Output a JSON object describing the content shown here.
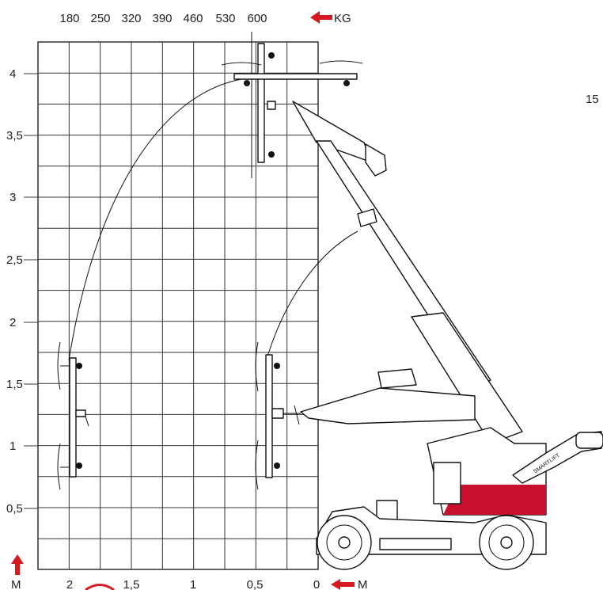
{
  "top_scale": {
    "loads": [
      "180",
      "250",
      "320",
      "390",
      "460",
      "530",
      "600"
    ],
    "unit": "KG"
  },
  "left_axis": {
    "ticks": [
      "4",
      "3,5",
      "3",
      "2,5",
      "2",
      "1,5",
      "1",
      "0,5"
    ],
    "unit": "M"
  },
  "bottom_axis": {
    "ticks": [
      "2",
      "1,5",
      "1",
      "0,5",
      "0"
    ],
    "unit": "M"
  },
  "right_edge_text": "15",
  "machine": {
    "brand_text": "SMARTLIFT"
  },
  "colors": {
    "arrow_red": "#d71920",
    "body_red": "#c8102e"
  }
}
